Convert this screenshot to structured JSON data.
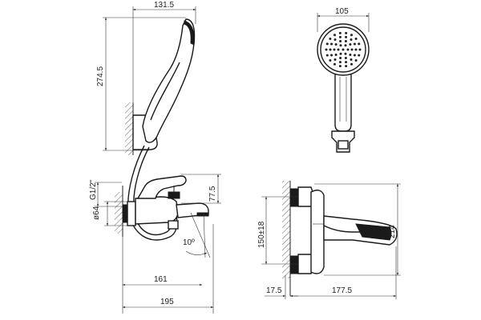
{
  "dimensions": {
    "head_width_side": "131.5",
    "handset_length": "274.5",
    "head_diameter_front": "105",
    "inlet_thread": "G1/2\"",
    "body_height": "77.5",
    "connection_diameter": "ø64",
    "spout_angle": "10º",
    "spout_reach": "161",
    "overall_reach": "195",
    "center_distance": "150±18",
    "total_height": "214",
    "wall_offset": "17.5",
    "body_length": "177.5"
  }
}
